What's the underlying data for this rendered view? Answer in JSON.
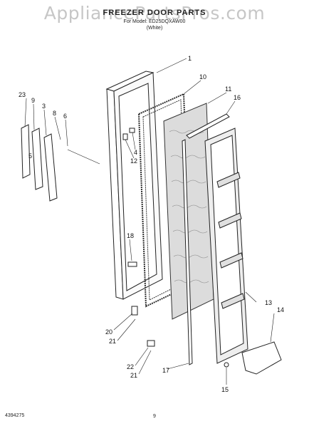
{
  "watermark": "AppliancePartsPros.com",
  "header": {
    "title": "FREEZER DOOR PARTS",
    "subtitle": "For Model: ED25DQXAW00",
    "subtitle2": "(White)"
  },
  "footer": {
    "part_number": "4394275",
    "page": "9"
  },
  "callouts": [
    "1",
    "10",
    "11",
    "16",
    "23",
    "9",
    "3",
    "8",
    "6",
    "4",
    "12",
    "5",
    "18",
    "13",
    "14",
    "20",
    "21",
    "22",
    "21",
    "17",
    "15"
  ],
  "colors": {
    "line": "#222222",
    "liner": "#e6e6e6",
    "foam": "#d9d9d9",
    "gasket": "#555555"
  }
}
